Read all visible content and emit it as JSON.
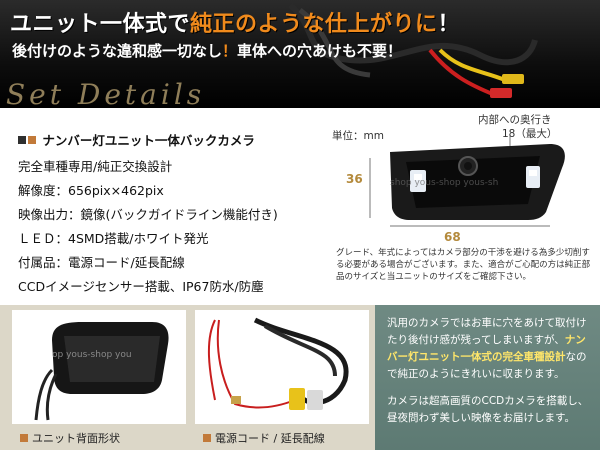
{
  "header": {
    "headline1_part1": "ユニット一体式で",
    "headline1_part2": "純正のような仕上がりに",
    "headline1_part3": "！",
    "headline2_part1": "後付けのような違和感一切なし",
    "headline2_part2": "！",
    "headline2_part3": "車体への穴あけも不要！",
    "set_details": "Set Details"
  },
  "spec": {
    "title": "ナンバー灯ユニット一体バックカメラ",
    "lines": [
      "完全車種専用/純正交換設計",
      "解像度：656pix×462pix",
      "映像出力：鏡像(バックガイドライン機能付き)",
      "ＬＥＤ：4SMD搭載/ホワイト発光",
      "付属品：電源コード/延長配線",
      "CCDイメージセンサー搭載、IP67防水/防塵"
    ]
  },
  "diagram": {
    "unit_label": "単位：mm",
    "depth_label": "内部への奥行き",
    "depth_value": "18（最大）",
    "height_value": "36",
    "width_value": "68",
    "watermark": "shop yous-shop yous-sh",
    "note": "グレード、年式によってはカメラ部分の干渉を避ける為多少切削する必要がある場合がございます。また、適合がご心配の方は純正部品のサイズと当ユニットのサイズをご確認下さい。"
  },
  "bottom": {
    "caption_back": "ユニット背面形状",
    "caption_cable": "電源コード / 延長配線",
    "watermark": "op yous-shop you"
  },
  "desc": {
    "p1_a": "汎用のカメラではお車に穴をあけて取付けたり後付け感が残ってしまいますが、",
    "p1_b": "ナンバー灯ユニット一体式の完全車種設計",
    "p1_c": "なので純正のようにきれいに収まります。",
    "p2_a": "カメラは",
    "p2_b": "超高画質のCCDカメラ",
    "p2_c": "を搭載し、昼夜問わず美しい映像をお届けします。"
  }
}
